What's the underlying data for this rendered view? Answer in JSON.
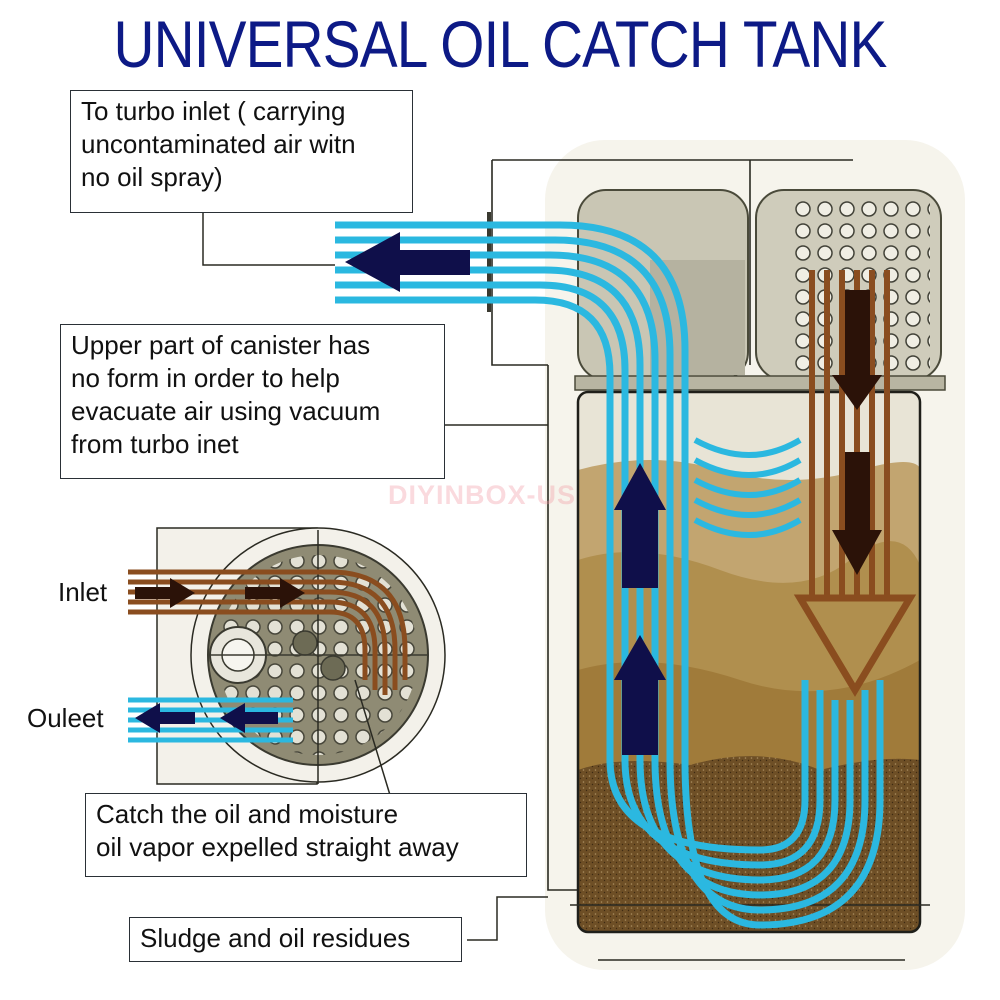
{
  "title": "UNIVERSAL OIL CATCH TANK",
  "callouts": {
    "turbo_inlet": "To turbo inlet ( carrying\nuncontaminated air witn\nno oil spray)",
    "upper_part": "Upper part of canister has\nno form in order to help\nevacuate air using vacuum\nfrom turbo inet",
    "catch_oil": "Catch the oil and moisture\noil vapor expelled straight away",
    "sludge": "Sludge and oil residues"
  },
  "labels": {
    "inlet": "Inlet",
    "outlet": "Ouleet"
  },
  "watermark": "DIYINBOX-US",
  "colors": {
    "title": "#0d1a86",
    "clean_air": "#2bb8e0",
    "oily_air": "#8a4d1f",
    "arrow_dark_blue": "#0f0f4a",
    "arrow_dark_brown": "#2b1208",
    "oil_light": "#c2a570",
    "oil_mid": "#a88441",
    "sludge": "#6e4f26"
  }
}
